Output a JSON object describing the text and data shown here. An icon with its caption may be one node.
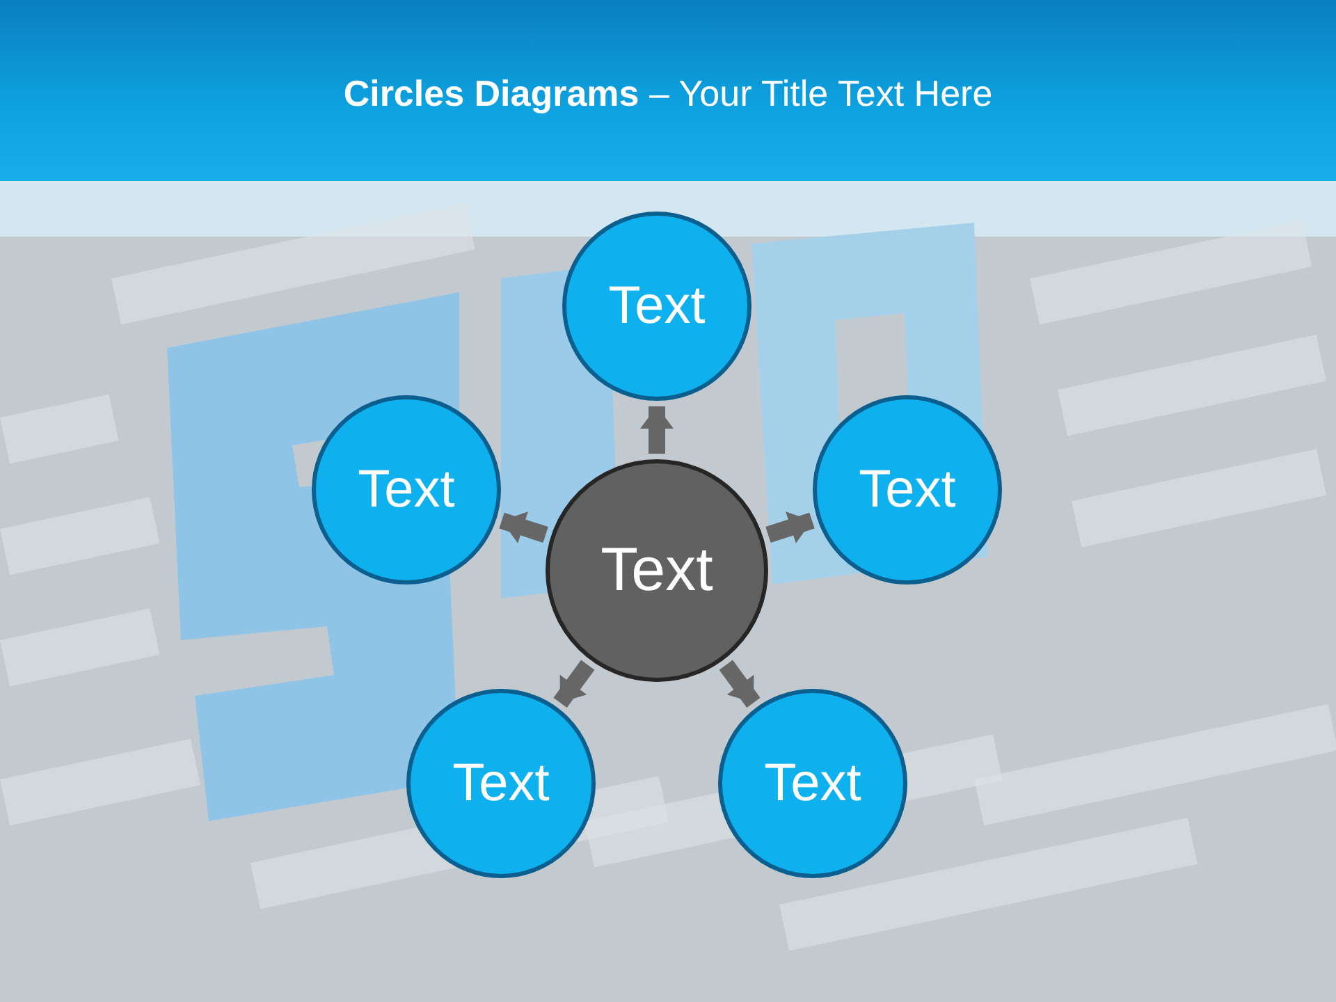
{
  "diagram": {
    "title": "**Circles Diagrams** – Your Title Text Here",
    "nodes": [
      {
        "text": [
          "Text"
        ]
      },
      {
        "text": [
          "Text"
        ]
      },
      {
        "text": [
          "Text"
        ]
      },
      {
        "text": [
          "Text"
        ]
      },
      {
        "text": [
          "Text"
        ]
      },
      {
        "text": [
          "Text"
        ]
      }
    ],
    "edges": [
      {
        "from": 2,
        "to": 0,
        "arrow": "to"
      },
      {
        "from": 2,
        "to": 1,
        "arrow": "to"
      },
      {
        "from": 2,
        "to": 3,
        "arrow": "to"
      },
      {
        "from": 2,
        "to": 4,
        "arrow": "to"
      },
      {
        "from": 2,
        "to": 5,
        "arrow": "to"
      }
    ]
  }
}
